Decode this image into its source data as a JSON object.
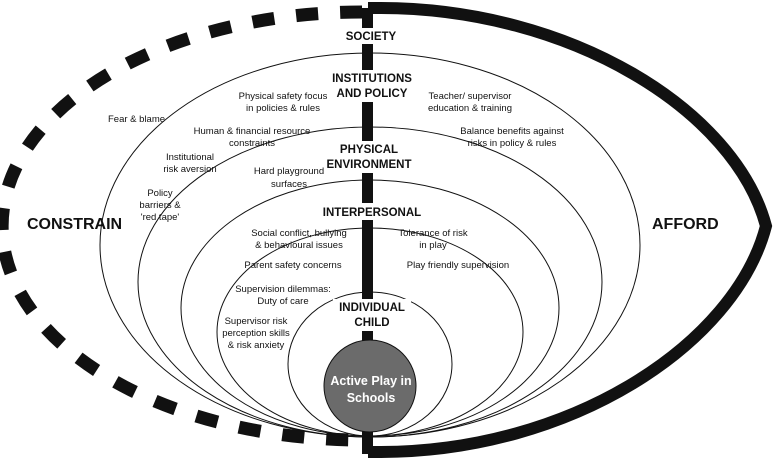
{
  "layers": {
    "society": "SOCIETY",
    "institutions": [
      "INSTITUTIONS",
      "AND POLICY"
    ],
    "physical": [
      "PHYSICAL",
      "ENVIRONMENT"
    ],
    "interpersonal": "INTERPERSONAL",
    "individual": [
      "INDIVIDUAL",
      "CHILD"
    ]
  },
  "sides": {
    "constrain": "CONSTRAIN",
    "afford": "AFFORD"
  },
  "core": [
    "Active Play in",
    "Schools"
  ],
  "constrain_factors": {
    "fear": "Fear & blame",
    "physical_safety": [
      "Physical safety focus",
      "in policies & rules"
    ],
    "resources": [
      "Human & financial resource",
      "constraints"
    ],
    "risk_aversion": [
      "Institutional",
      "risk aversion"
    ],
    "policy_barriers": [
      "Policy",
      "barriers &",
      "'red tape'"
    ],
    "hard_surfaces": [
      "Hard playground",
      "surfaces"
    ],
    "social_conflict": [
      "Social conflict, bullying",
      "& behavioural issues"
    ],
    "parent_concerns": "Parent safety concerns",
    "supervision_dilemmas": [
      "Supervision dilemmas:",
      "Duty of care"
    ],
    "supervisor_risk": [
      "Supervisor risk",
      "perception skills",
      "& risk anxiety"
    ]
  },
  "afford_factors": {
    "education": [
      "Teacher/ supervisor",
      "education & training"
    ],
    "balance": [
      "Balance benefits against",
      "risks in policy & rules"
    ],
    "tolerance": [
      "Tolerance of risk",
      "in play"
    ],
    "supervision": "Play friendly supervision"
  },
  "colors": {
    "core_fill": "#6b6b6b",
    "stroke": "#111111",
    "background": "#ffffff"
  }
}
